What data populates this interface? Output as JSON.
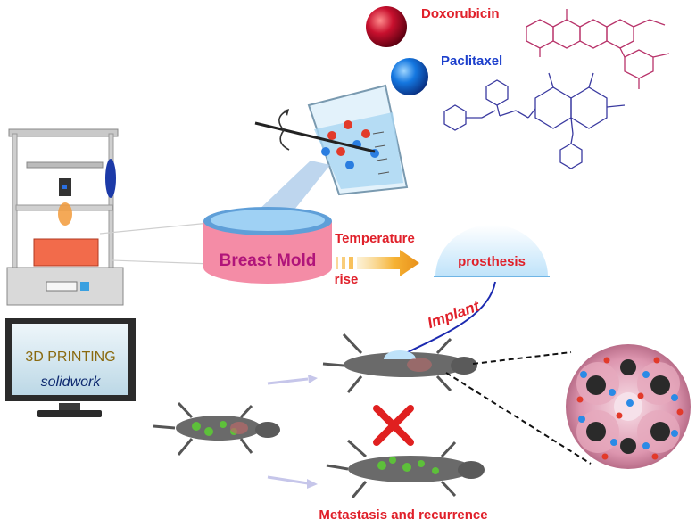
{
  "drugs": {
    "doxorubicin": {
      "label": "Doxorubicin",
      "color": "#c0283c"
    },
    "paclitaxel": {
      "label": "Paclitaxel",
      "color": "#1f5fd6"
    }
  },
  "printer": {
    "screen_line1": "3D PRINTING",
    "screen_line2": "solidwork"
  },
  "mold": {
    "label": "Breast Mold"
  },
  "process": {
    "line1": "Temperature",
    "line2": "rise"
  },
  "prosthesis": {
    "label": "prosthesis"
  },
  "implant": {
    "label": "Implant"
  },
  "outcome": {
    "label": "Metastasis and recurrence"
  },
  "colors": {
    "red_text": "#e0202a",
    "blue_text": "#1c3fcc",
    "mold_pink": "#f48ca6",
    "mold_top": "#8ec7f0",
    "arrow": "#f0a020",
    "cross": "#e02020",
    "mold_text": "#b0147a"
  }
}
